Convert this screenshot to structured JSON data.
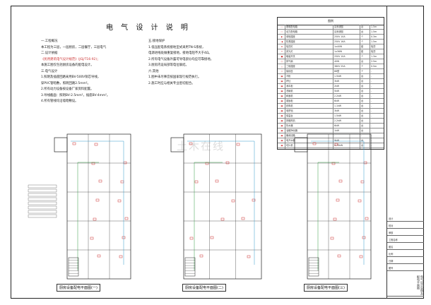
{
  "title": "电 气 设 计 说 明",
  "notes_left": [
    "一.工程概况",
    "本工程为三层，一层厨房，二层餐厅，三层电气",
    "二.设计依据",
    "《民用建筑电气设计规范》(JGJ/T16-92)；",
    "本施工图仅包括厨房设备的配电设计。",
    "三.电气设计",
    "1.照明及插座回路采用BV-500V铜芯导线，",
    "穿PVC管暗敷，照明回路2.5mm²。",
    "2.所有动力设备按设备厂家资料配置。",
    "3.导线截面：照明BV-2.5mm²，插座BV-4mm²。",
    "4.所有管线均沿墙暗敷设。"
  ],
  "notes_mid": [
    "五.接地保护",
    "1.低压配电系统接地型式采用TN-S系统，",
    "电源进线处做重复接地，接地电阻不大于4Ω。",
    "2.所有电气设备外露可导电部分均应可靠接地。",
    "3.厨房内设局部等电位联结。",
    "六.其他",
    "1.图中未尽事宜按国家现行规范执行。",
    "2.施工时应与相关专业密切配合。"
  ],
  "legend": {
    "header": "图例",
    "rows": [
      {
        "sym": "▭",
        "name": "照明配电箱",
        "spec": "见系统图",
        "unit": "台",
        "mount": "1.5m"
      },
      {
        "sym": "▭",
        "name": "动力配电箱",
        "spec": "见系统图",
        "unit": "台",
        "mount": "1.5m"
      },
      {
        "sym": "◐",
        "name": "单相插座",
        "spec": "250V 10A",
        "unit": "个",
        "mount": "0.3m"
      },
      {
        "sym": "◑",
        "name": "防溅插座",
        "spec": "250V 16A",
        "unit": "个",
        "mount": "1.5m"
      },
      {
        "sym": "⊗",
        "name": "吸顶灯",
        "spec": "1x40W",
        "unit": "套",
        "mount": "吸顶"
      },
      {
        "sym": "━",
        "name": "荧光灯",
        "spec": "1x36W",
        "unit": "套",
        "mount": "吸顶"
      },
      {
        "sym": "●",
        "name": "暗装开关",
        "spec": "250V 10A",
        "unit": "个",
        "mount": "1.3m"
      },
      {
        "sym": "○",
        "name": "排气扇",
        "spec": "40W",
        "unit": "台",
        "mount": "2.5m"
      },
      {
        "sym": "△",
        "name": "三相插座",
        "spec": "380V 25A",
        "unit": "个",
        "mount": "0.5m"
      },
      {
        "sym": "◇",
        "name": "接线盒",
        "spec": "86型",
        "unit": "个",
        "mount": "-"
      },
      {
        "sym": "▣",
        "name": "冷柜",
        "spec": "1.5kW",
        "unit": "台",
        "mount": "-"
      },
      {
        "sym": "▣",
        "name": "炉灶",
        "spec": "3kW",
        "unit": "台",
        "mount": "-"
      },
      {
        "sym": "▣",
        "name": "消毒柜",
        "spec": "2kW",
        "unit": "台",
        "mount": "-"
      },
      {
        "sym": "▣",
        "name": "洗碗机",
        "spec": "5kW",
        "unit": "台",
        "mount": "-"
      },
      {
        "sym": "▣",
        "name": "和面机",
        "spec": "2.2kW",
        "unit": "台",
        "mount": "-"
      },
      {
        "sym": "▣",
        "name": "蒸饭柜",
        "spec": "6kW",
        "unit": "台",
        "mount": "-"
      },
      {
        "sym": "▣",
        "name": "绞肉机",
        "spec": "1.1kW",
        "unit": "台",
        "mount": "-"
      },
      {
        "sym": "▣",
        "name": "电饼铛",
        "spec": "3kW",
        "unit": "台",
        "mount": "-"
      },
      {
        "sym": "▣",
        "name": "保温台",
        "spec": "1.5kW",
        "unit": "台",
        "mount": "-"
      },
      {
        "sym": "▣",
        "name": "排烟风机",
        "spec": "2.2kW",
        "unit": "台",
        "mount": "-"
      },
      {
        "sym": "▣",
        "name": "热水器",
        "spec": "6kW",
        "unit": "台",
        "mount": "-"
      },
      {
        "sym": "▣",
        "name": "油烟净化器",
        "spec": "1kW",
        "unit": "台",
        "mount": "-"
      },
      {
        "sym": "▣",
        "name": "备用回路",
        "spec": "-",
        "unit": "-",
        "mount": "-"
      },
      {
        "sym": "▣",
        "name": "电开水器",
        "spec": "9kW",
        "unit": "台",
        "mount": "-"
      },
      {
        "sym": "▣",
        "name": "切片机",
        "spec": "0.75kW",
        "unit": "台",
        "mount": "-"
      }
    ]
  },
  "captions": {
    "plan1": "厨房设备配电平面图(一)",
    "plan2": "厨房设备配电平面图(二)",
    "plan3": "厨房设备配电平面图(三)"
  },
  "titleblock": [
    "设计",
    "校对",
    "审核",
    "工程名称",
    "图名",
    "比例",
    "日期",
    "图号"
  ],
  "titleblock_name": "电气设计说明及配电平面图",
  "watermark": "土木在线",
  "colors": {
    "line": "#222222",
    "red": "#cc3333",
    "cyan": "#3399cc",
    "green": "#339944"
  }
}
